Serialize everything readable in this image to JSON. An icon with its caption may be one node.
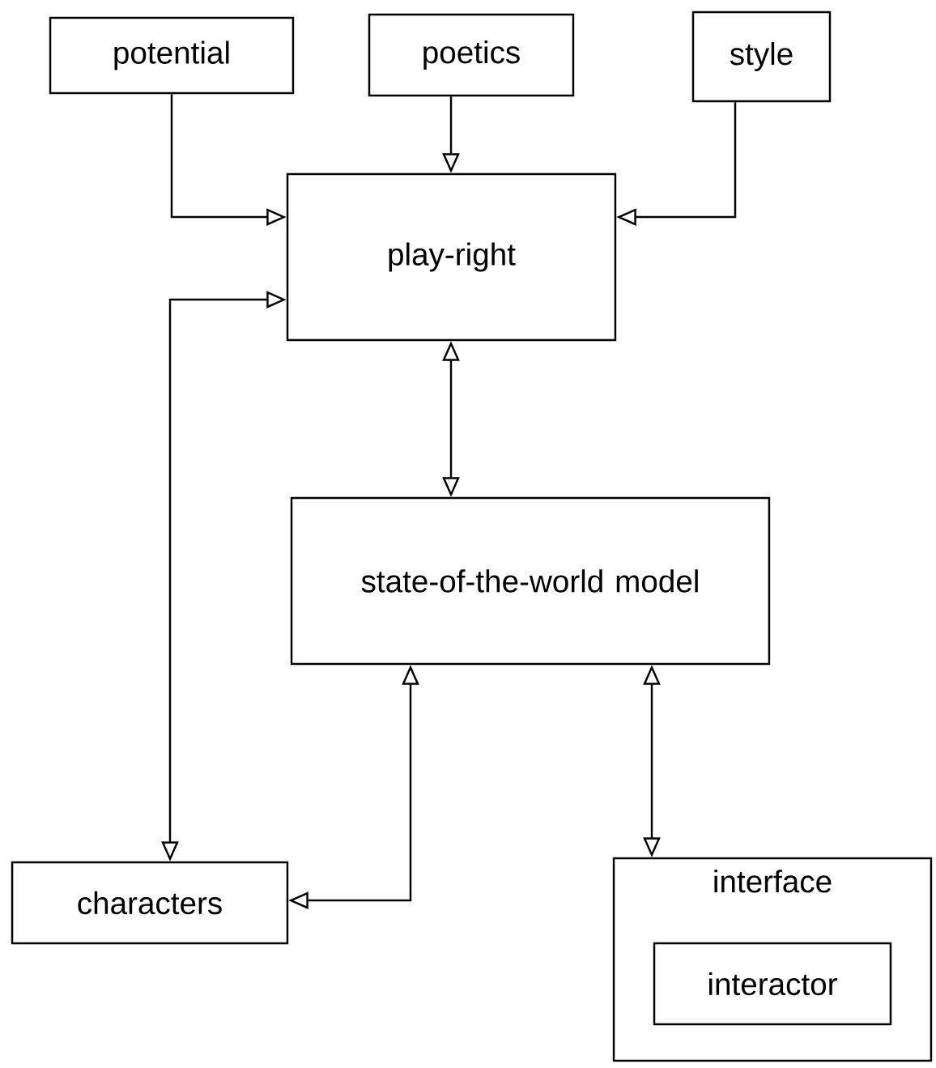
{
  "diagram": {
    "nodes": [
      {
        "text": [
          "potential"
        ]
      },
      {
        "text": [
          "poetics"
        ]
      },
      {
        "text": [
          "style"
        ]
      },
      {
        "text": [
          "play-right"
        ]
      },
      {
        "text": [
          "state-of-the-world model"
        ]
      },
      {
        "text": [
          "characters"
        ]
      },
      {
        "text": [
          "interface"
        ]
      },
      {
        "text": [
          "interactor"
        ],
        "in": 6
      }
    ],
    "edges": [
      {
        "from": 0,
        "to": 3,
        "arrow": "to"
      },
      {
        "from": 1,
        "to": 3,
        "arrow": "to"
      },
      {
        "from": 2,
        "to": 3,
        "arrow": "to"
      },
      {
        "from": 3,
        "to": 5,
        "arrow": "both"
      },
      {
        "from": 3,
        "to": 4,
        "arrow": "both"
      },
      {
        "from": 4,
        "to": 5,
        "arrow": "both"
      },
      {
        "from": 4,
        "to": 6,
        "arrow": "both"
      }
    ]
  }
}
